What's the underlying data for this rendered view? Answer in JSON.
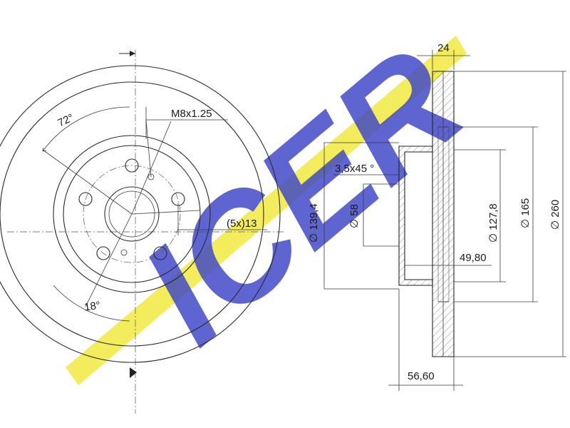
{
  "watermark": {
    "brand": "ICER",
    "colors": {
      "blue": "#3b44c8",
      "yellow": "#f2ea4a"
    }
  },
  "front_view": {
    "angle_pcd": "72°",
    "angle_offset": "18°",
    "thread": "M8x1.25",
    "holes": "(5x)13"
  },
  "side_view": {
    "thickness": "24",
    "chamfer": "3,5x45 °",
    "d_hub_pcd": "∅ 139,4",
    "d_center": "∅ 58",
    "d_inner": "∅ 127,8",
    "d_friction_inner": "∅ 165",
    "d_outer": "∅ 260",
    "min_thickness": "49,80",
    "overall_height": "56,60"
  }
}
